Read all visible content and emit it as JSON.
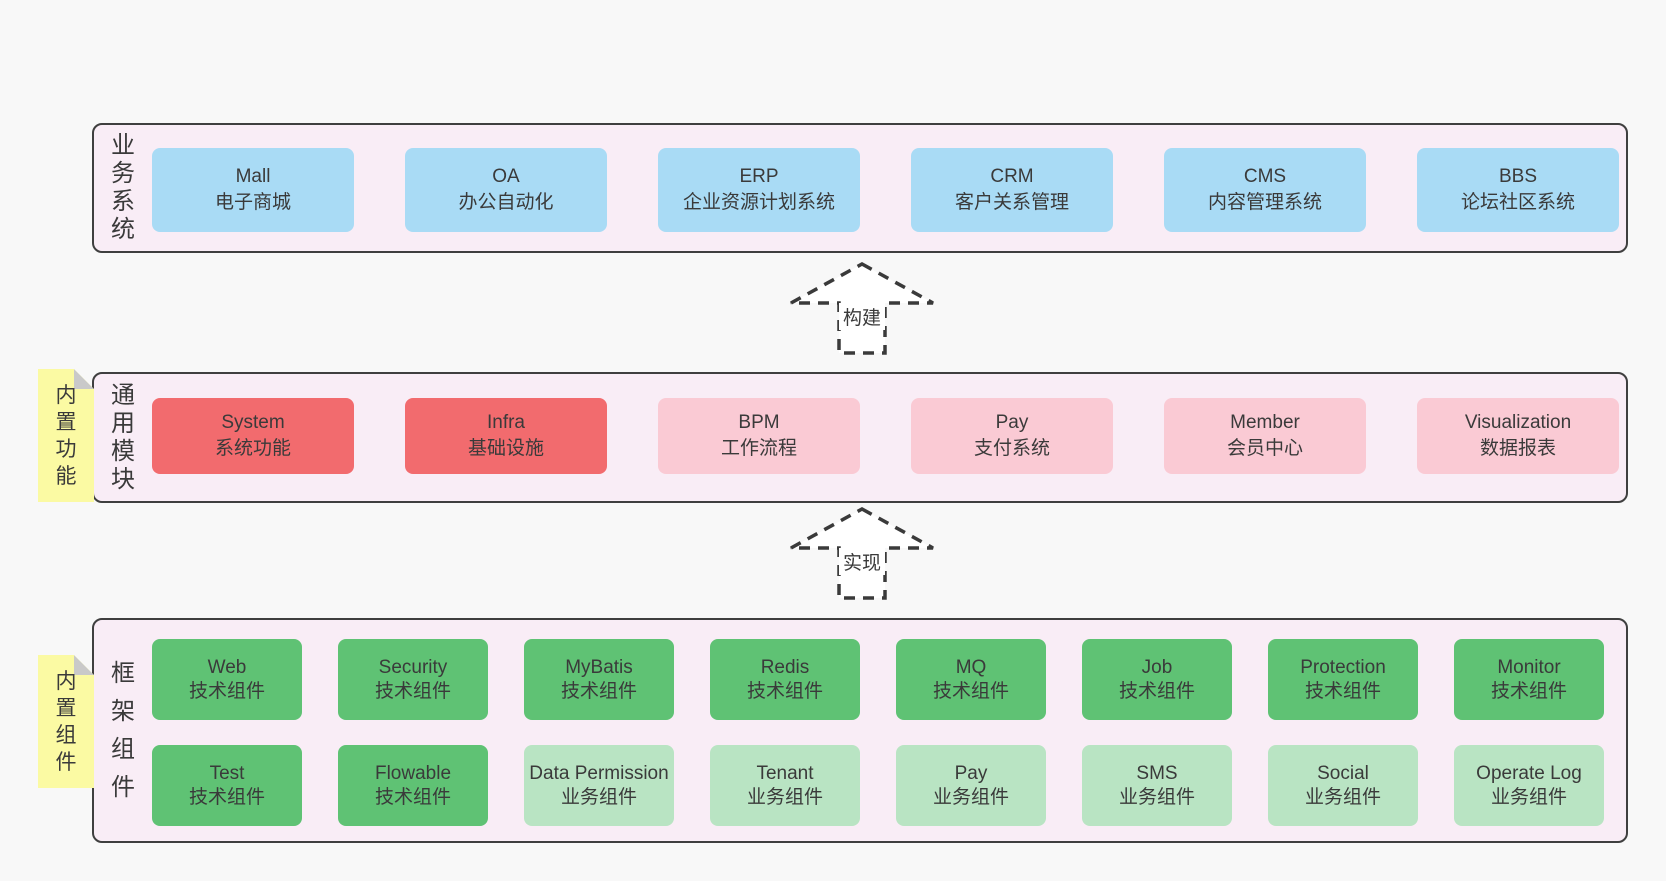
{
  "colors": {
    "page_bg": "#f8f8f8",
    "container_bg": "#f9edf6",
    "border": "#3f3f3f",
    "text": "#3a3a3a",
    "blue": "#a9dbf5",
    "red": "#f26b6e",
    "pink": "#facad4",
    "green": "#5fc274",
    "lightgreen": "#b9e4c3",
    "note_yellow": "#fbfaa3"
  },
  "arrows": [
    {
      "label": "构建"
    },
    {
      "label": "实现"
    }
  ],
  "layers": [
    {
      "side_label": "业务系统",
      "note": null,
      "rows": [
        [
          {
            "en": "Mall",
            "zh": "电子商城",
            "color": "blue"
          },
          {
            "en": "OA",
            "zh": "办公自动化",
            "color": "blue"
          },
          {
            "en": "ERP",
            "zh": "企业资源计划系统",
            "color": "blue"
          },
          {
            "en": "CRM",
            "zh": "客户关系管理",
            "color": "blue"
          },
          {
            "en": "CMS",
            "zh": "内容管理系统",
            "color": "blue"
          },
          {
            "en": "BBS",
            "zh": "论坛社区系统",
            "color": "blue"
          }
        ]
      ]
    },
    {
      "side_label": "通用模块",
      "note": "内置功能",
      "rows": [
        [
          {
            "en": "System",
            "zh": "系统功能",
            "color": "red"
          },
          {
            "en": "Infra",
            "zh": "基础设施",
            "color": "red"
          },
          {
            "en": "BPM",
            "zh": "工作流程",
            "color": "pink"
          },
          {
            "en": "Pay",
            "zh": "支付系统",
            "color": "pink"
          },
          {
            "en": "Member",
            "zh": "会员中心",
            "color": "pink"
          },
          {
            "en": "Visualization",
            "zh": "数据报表",
            "color": "pink"
          }
        ]
      ]
    },
    {
      "side_label": "框架组件",
      "note": "内置组件",
      "rows": [
        [
          {
            "en": "Web",
            "zh": "技术组件",
            "color": "green"
          },
          {
            "en": "Security",
            "zh": "技术组件",
            "color": "green"
          },
          {
            "en": "MyBatis",
            "zh": "技术组件",
            "color": "green"
          },
          {
            "en": "Redis",
            "zh": "技术组件",
            "color": "green"
          },
          {
            "en": "MQ",
            "zh": "技术组件",
            "color": "green"
          },
          {
            "en": "Job",
            "zh": "技术组件",
            "color": "green"
          },
          {
            "en": "Protection",
            "zh": "技术组件",
            "color": "green"
          },
          {
            "en": "Monitor",
            "zh": "技术组件",
            "color": "green"
          }
        ],
        [
          {
            "en": "Test",
            "zh": "技术组件",
            "color": "green"
          },
          {
            "en": "Flowable",
            "zh": "技术组件",
            "color": "green"
          },
          {
            "en": "Data Permission",
            "zh": "业务组件",
            "color": "lightgreen"
          },
          {
            "en": "Tenant",
            "zh": "业务组件",
            "color": "lightgreen"
          },
          {
            "en": "Pay",
            "zh": "业务组件",
            "color": "lightgreen"
          },
          {
            "en": "SMS",
            "zh": "业务组件",
            "color": "lightgreen"
          },
          {
            "en": "Social",
            "zh": "业务组件",
            "color": "lightgreen"
          },
          {
            "en": "Operate Log",
            "zh": "业务组件",
            "color": "lightgreen"
          }
        ]
      ]
    }
  ]
}
